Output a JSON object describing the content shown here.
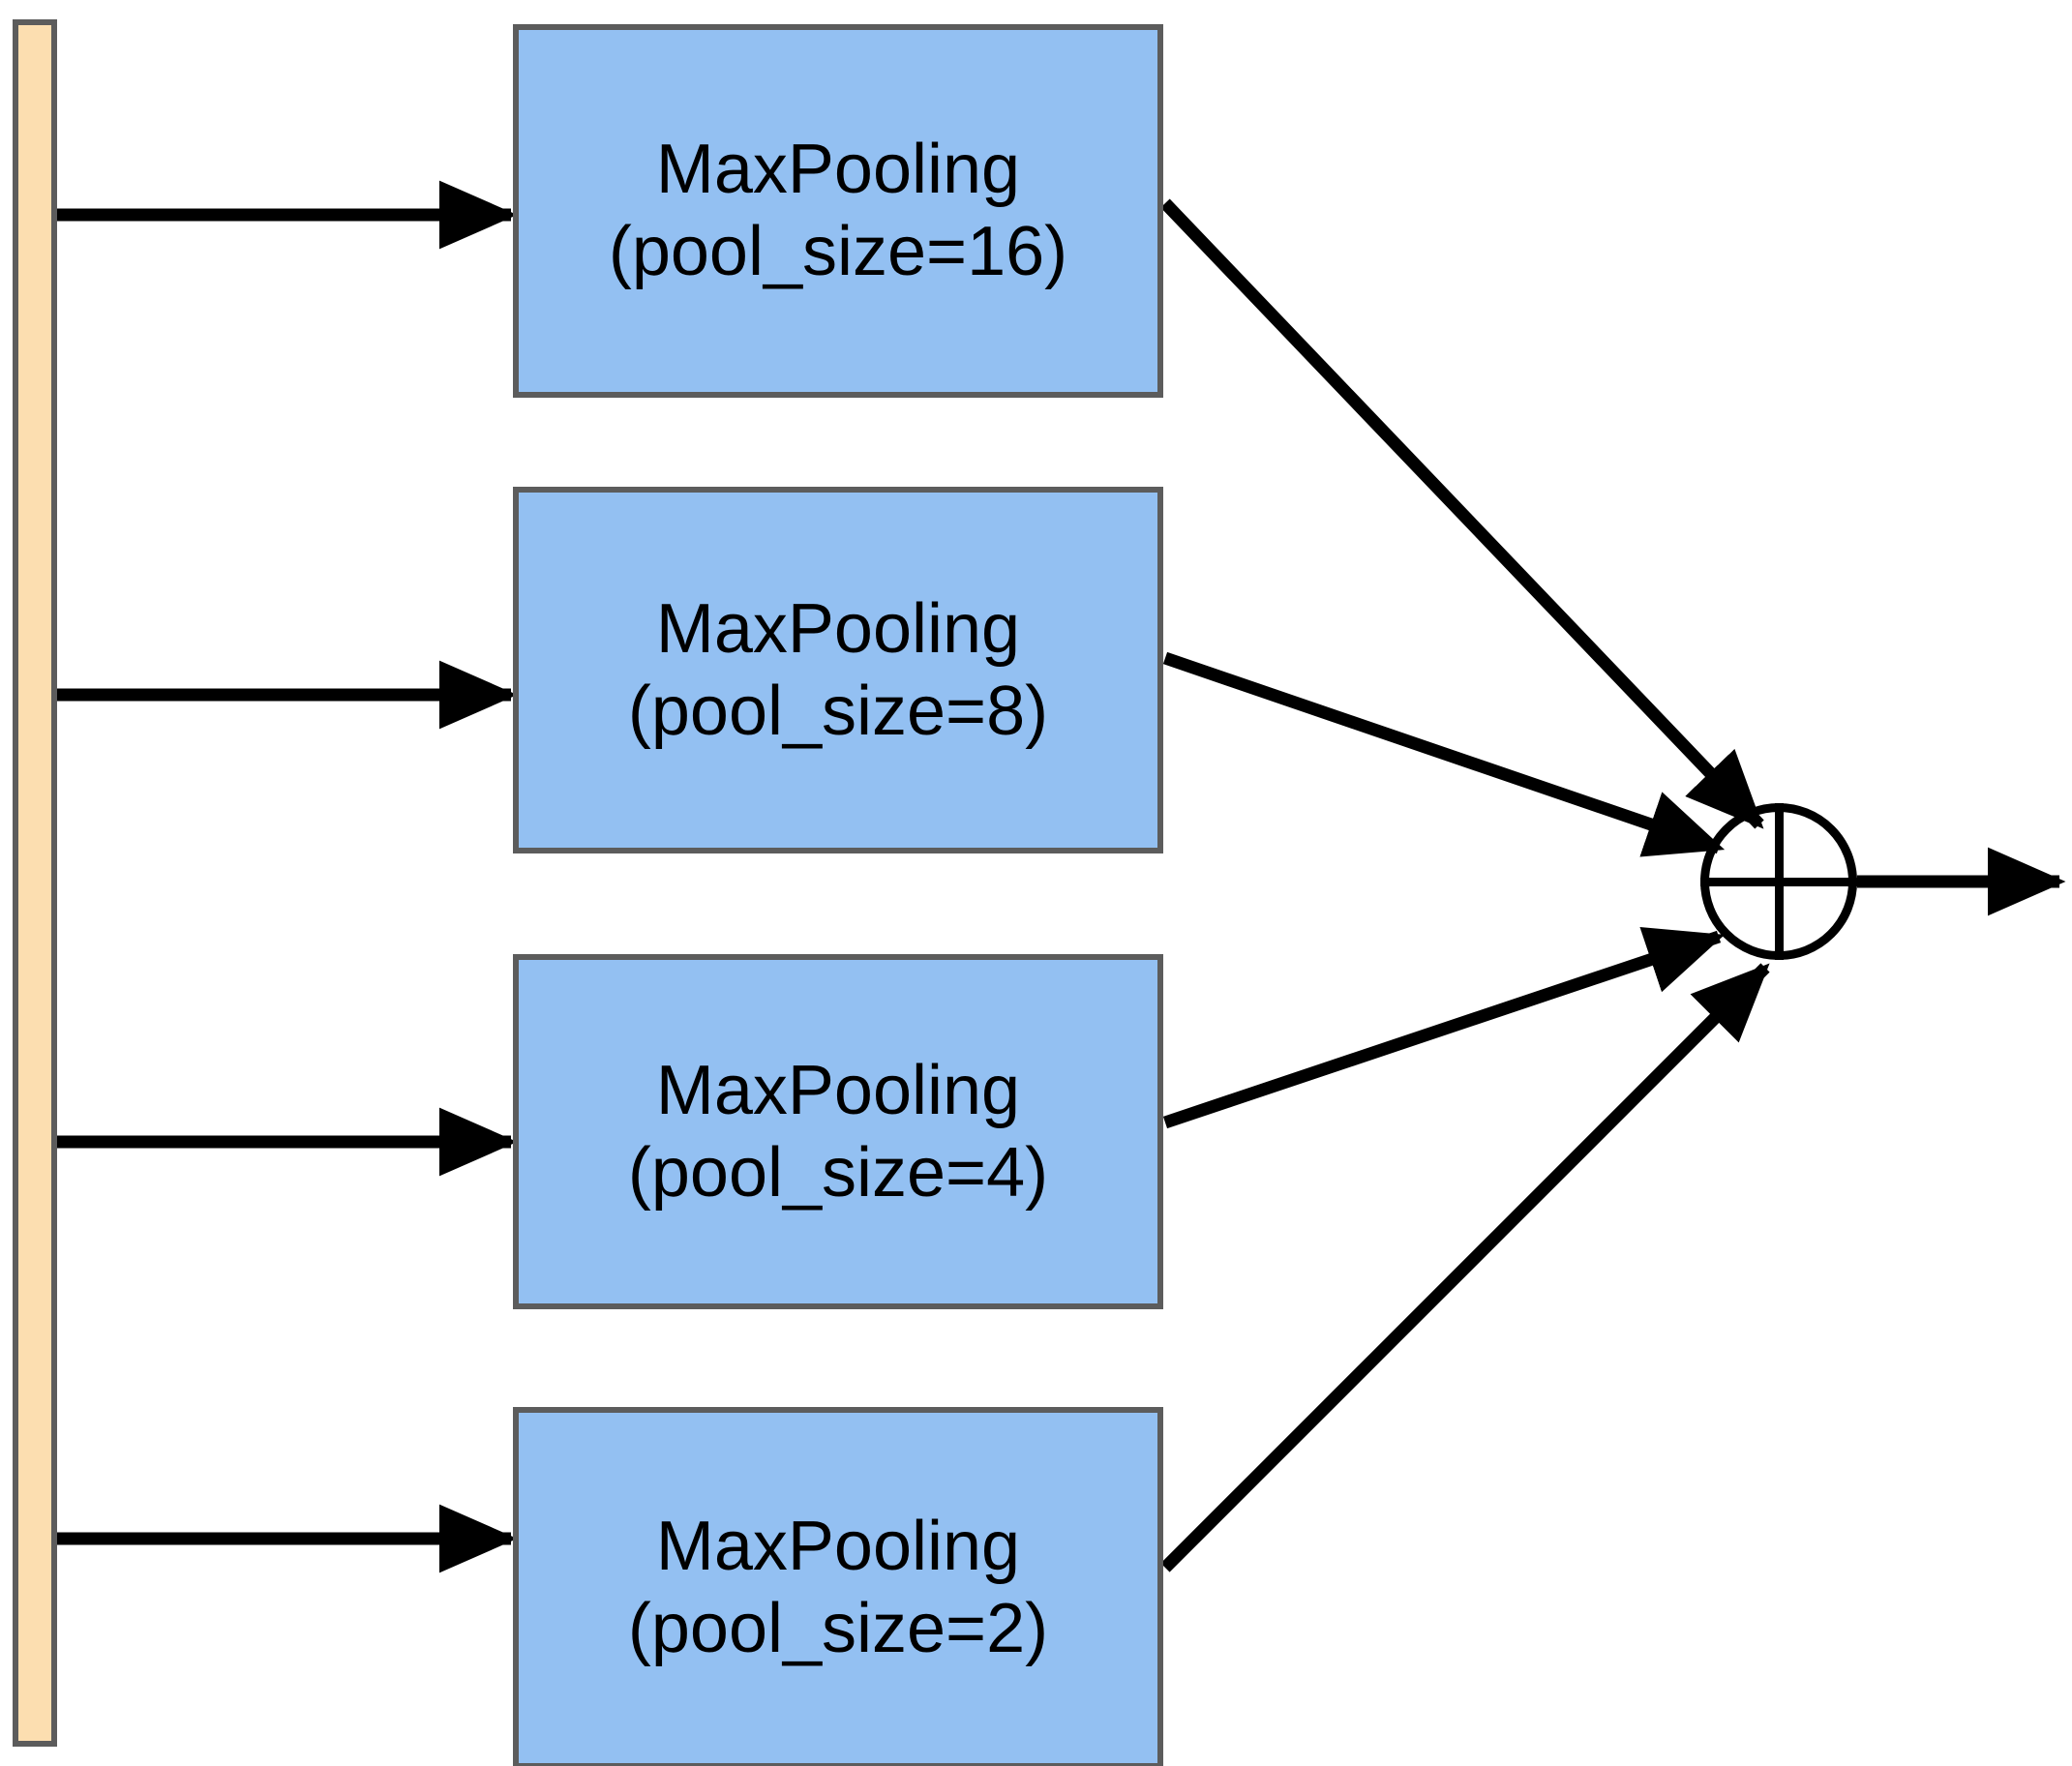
{
  "diagram": {
    "title": "Multi-scale MaxPooling branch block",
    "type": "block-diagram",
    "background_color": "#ffffff",
    "input_bar": {
      "name": "input-feature-map",
      "label": "",
      "fill_color": "#fcdeb0",
      "stroke_color": "#5c5c5c"
    },
    "branches": [
      {
        "id": "branch-16",
        "line1": "MaxPooling",
        "line2": "(pool_size=16)",
        "pool_size": 16,
        "fill_color": "#93c0f2",
        "stroke_color": "#5c5c5c"
      },
      {
        "id": "branch-8",
        "line1": "MaxPooling",
        "line2": "(pool_size=8)",
        "pool_size": 8,
        "fill_color": "#93c0f2",
        "stroke_color": "#5c5c5c"
      },
      {
        "id": "branch-4",
        "line1": "MaxPooling",
        "line2": "(pool_size=4)",
        "pool_size": 4,
        "fill_color": "#93c0f2",
        "stroke_color": "#5c5c5c"
      },
      {
        "id": "branch-2",
        "line1": "MaxPooling",
        "line2": "(pool_size=2)",
        "pool_size": 2,
        "fill_color": "#93c0f2",
        "stroke_color": "#5c5c5c"
      }
    ],
    "merge_node": {
      "name": "sum-node",
      "symbol": "circled-plus",
      "label": "",
      "stroke_color": "#000000"
    },
    "output": {
      "name": "output-arrow",
      "label": ""
    },
    "edge_color": "#000000"
  }
}
